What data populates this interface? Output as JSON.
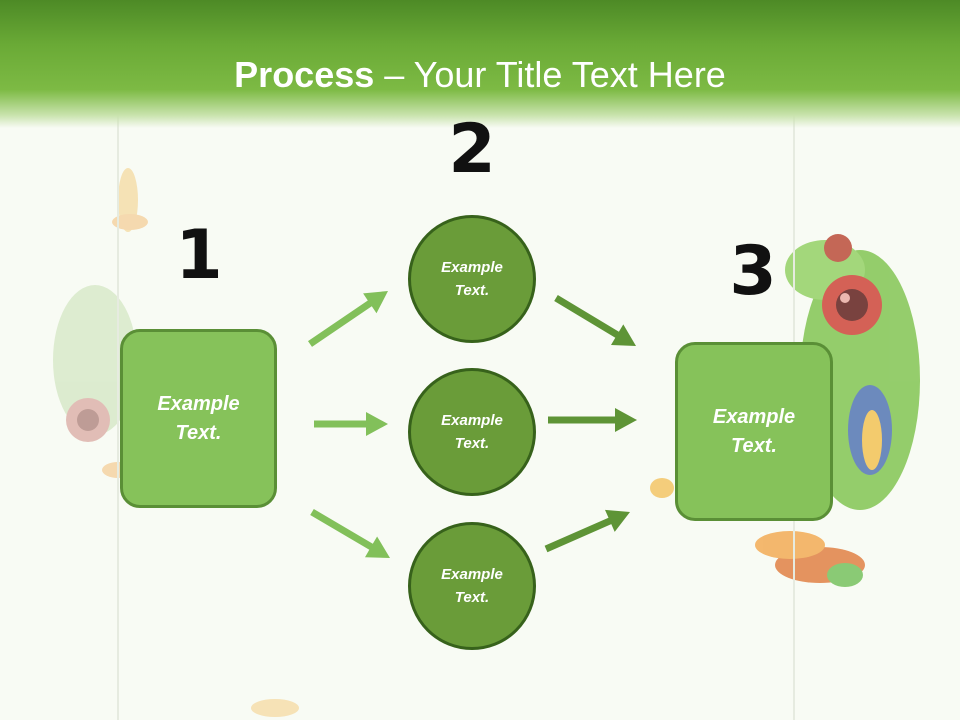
{
  "title": {
    "bold": "Process",
    "rest": " – Your Title Text Here"
  },
  "steps": {
    "one": {
      "number": "1",
      "line1": "Example",
      "line2": "Text."
    },
    "two": {
      "number": "2"
    },
    "three": {
      "number": "3",
      "line1": "Example",
      "line2": "Text."
    }
  },
  "circles": [
    {
      "line1": "Example",
      "line2": "Text."
    },
    {
      "line1": "Example",
      "line2": "Text."
    },
    {
      "line1": "Example",
      "line2": "Text."
    }
  ],
  "colors": {
    "header": "#6aaa36",
    "box_fill": "#86c25a",
    "circle_fill": "#6a9c39",
    "arrow_light": "#82c05a",
    "arrow_dark": "#5e9436"
  }
}
